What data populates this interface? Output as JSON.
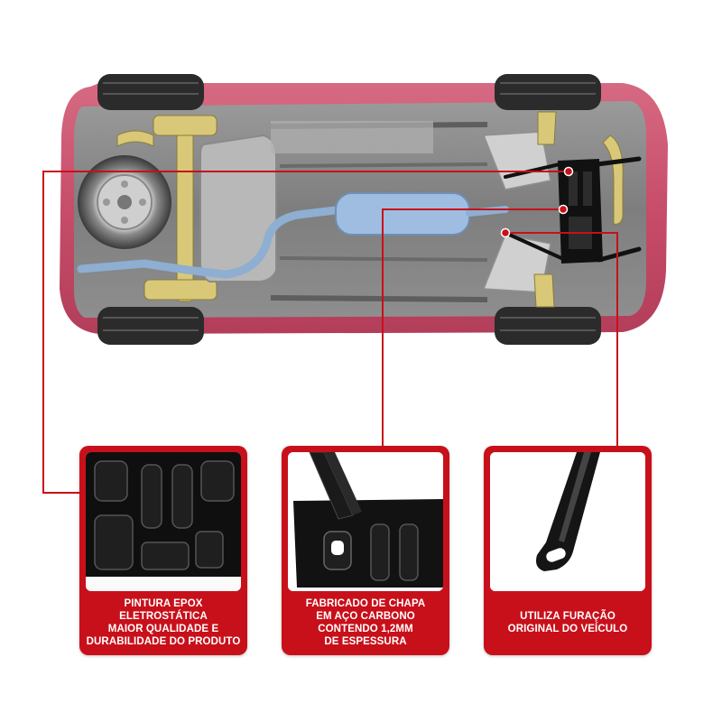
{
  "colors": {
    "accent_red": "#c8101a",
    "car_body": "#c74d6a",
    "plate_black": "#111111",
    "connector_red": "#c8101a"
  },
  "scene": {
    "image": "car-underside-with-protector-plate",
    "icons": [
      "spare-tire-icon",
      "muffler-icon",
      "protector-plate-icon"
    ]
  },
  "features": [
    {
      "id": "epox-paint",
      "photo": "plate-closeup-icon",
      "caption_lines": [
        "PINTURA EPOX",
        "ELETROSTÁTICA",
        "MAIOR QUALIDADE E",
        "DURABILIDADE DO PRODUTO"
      ]
    },
    {
      "id": "carbon-steel",
      "photo": "plate-corner-icon",
      "caption_lines": [
        "FABRICADO DE CHAPA",
        "EM AÇO CARBONO",
        "CONTENDO 1,2MM",
        "DE ESPESSURA"
      ]
    },
    {
      "id": "original-holes",
      "photo": "mounting-bar-icon",
      "caption_lines": [
        "UTILIZA FURAÇÃO",
        "ORIGINAL DO VEÍCULO"
      ]
    }
  ]
}
